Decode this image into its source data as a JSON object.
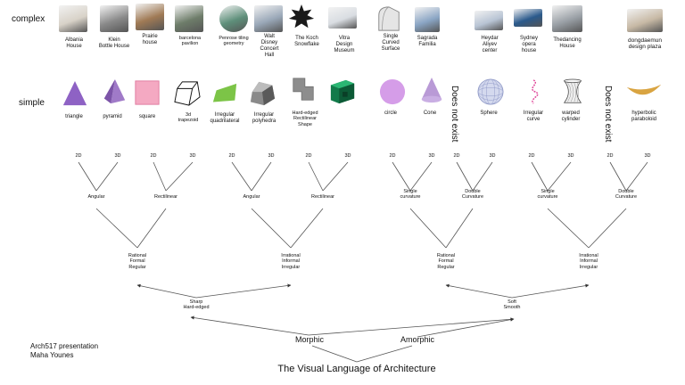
{
  "rows": {
    "complex": "complex",
    "simple": "simple"
  },
  "complex_items": [
    {
      "id": "albania",
      "label": "Albania\nHouse",
      "color": "#d8d2c8"
    },
    {
      "id": "klein",
      "label": "Klein\nBottle  House",
      "color": "#8a8a8a"
    },
    {
      "id": "prairie",
      "label": "Prairie\nhouse",
      "color": "#a07a55"
    },
    {
      "id": "barcelona",
      "label": "barcelona\npavilion",
      "color": "#6e7d6a"
    },
    {
      "id": "penrose",
      "label": "Penrose tiling\ngeometry",
      "color": "#5e8f7a"
    },
    {
      "id": "disney",
      "label": "Walt\nDisney\nConcert\nHall",
      "color": "#9aa8b8"
    },
    {
      "id": "koch",
      "label": "The Koch\nSnowflake",
      "color": "#1a1a1a"
    },
    {
      "id": "vitra",
      "label": "Vitra\nDesign\nMuseum",
      "color": "#d9dde2"
    },
    {
      "id": "curved",
      "label": "Single\nCurved\nSurface",
      "color": "#cfcfcf"
    },
    {
      "id": "sagrada",
      "label": "Sagrada\nFamilia",
      "color": "#8aa5c4"
    },
    {
      "id": "heydar",
      "label": "Heydar\nAliyev\ncenter",
      "color": "#b8c4d4"
    },
    {
      "id": "sydney",
      "label": "Sydney\nopera\nhouse",
      "color": "#2b5a8c"
    },
    {
      "id": "dancing",
      "label": "Thedancing\nHouse",
      "color": "#9aa0a6"
    },
    {
      "id": "ddp",
      "label": "dongdaemun\ndesign plaza",
      "color": "#c7b9a5"
    }
  ],
  "simple_items": [
    {
      "id": "triangle",
      "label": "triangle"
    },
    {
      "id": "pyramid",
      "label": "pyramid"
    },
    {
      "id": "square",
      "label": "square"
    },
    {
      "id": "trapezoid",
      "label": "3d\ntrapezoid"
    },
    {
      "id": "quad",
      "label": "Irregular\nquadrilateral"
    },
    {
      "id": "polyhedra",
      "label": "Irregular\npolyhedra"
    },
    {
      "id": "hardshape",
      "label": "Hard-edged\nRectilinear\nShape"
    },
    {
      "id": "circle",
      "label": "circle"
    },
    {
      "id": "cone",
      "label": "Cone"
    },
    {
      "id": "sphere",
      "label": "Sphere"
    },
    {
      "id": "icurve",
      "label": "Irregular\ncurve"
    },
    {
      "id": "cylinder",
      "label": "warped\ncylinder"
    },
    {
      "id": "hyperbolic",
      "label": "hyperbolic\nparaboloid"
    }
  ],
  "does_not_exist": "Does not exist",
  "dim_labels": [
    "2D",
    "3D"
  ],
  "level2": [
    "Angular",
    "Rectilinear",
    "Angular",
    "Rectilinear",
    "Single\ncurvature",
    "Double\nCurvature",
    "Single\ncurvature",
    "Double\nCurvature"
  ],
  "level3": [
    "Rational\nFormal\nRegular",
    "Irrational\nInformal\nIrregular",
    "Rational\nFormal\nRegular",
    "Irrational\nInformal\nIrregular"
  ],
  "level4": [
    "Sharp\nHard-edged",
    "Soft\nSmooth"
  ],
  "level5": [
    "Morphic",
    "Amorphic"
  ],
  "title": "The Visual Language of Architecture",
  "footer": {
    "line1": "Arch517 presentation",
    "line2": "Maha Younes"
  },
  "colors": {
    "triangle": "#8e62c4",
    "pyramid": "#a07ac8",
    "square": "#f4a9c2",
    "quad": "#7cc447",
    "polyhedra": "#7d7d7d",
    "hardshape": "#8d8d8d",
    "green3d": "#127a4a",
    "circle": "#d59de8",
    "cone": "#b99ad6",
    "sphere": "#b7bfe0",
    "curve": "#e0489a",
    "hyperbolic": "#a8522c"
  }
}
